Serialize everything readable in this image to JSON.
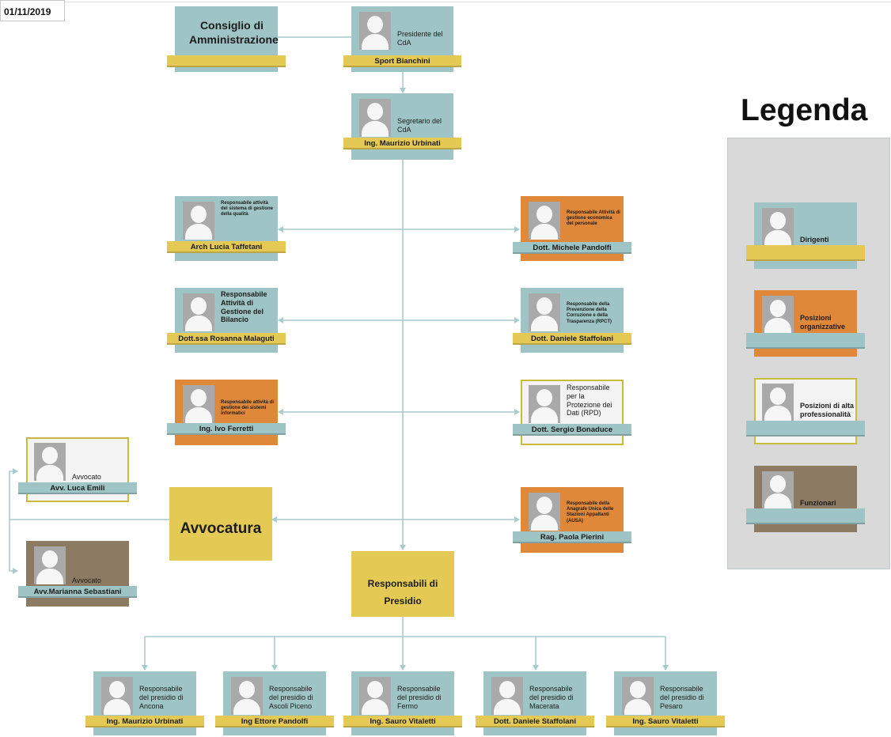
{
  "date": "01/11/2019",
  "colors": {
    "dirigenti": "#9fc4c5",
    "posizioni_organizzative": "#e0883a",
    "alta_professionalita": "#f3f3f3",
    "funzionari": "#8d7a62",
    "ribbon_yellow": "#e4ca54",
    "ribbon_teal": "#9fc4c5",
    "connector": "#a8cccc"
  },
  "board": {
    "consiglio": "Consiglio di Amministrazione",
    "presidente_role": "Presidente del CdA",
    "presidente_name": "Sport Bianchini",
    "segretario_role": "Segretario del CdA",
    "segretario_name": "Ing. Maurizio Urbinati"
  },
  "left": [
    {
      "role": "Responsabile attività del sistema di gestione della qualità",
      "name": "Arch Lucia Taffetani"
    },
    {
      "role": "Responsabile Attività di Gestione del Bilancio",
      "name": "Dott.ssa Rosanna Malaguti"
    },
    {
      "role": "Responsabile attività di gestione dei sistemi informatici",
      "name": "Ing. Ivo Ferretti"
    }
  ],
  "right": [
    {
      "role": "Responsabile Attività di gestione economica del personale",
      "name": "Dott. Michele Pandolfi"
    },
    {
      "role": "Responsabile della Prevenzione della Corruzione e della Trasparenza (RPCT)",
      "name": "Dott. Daniele Staffolani"
    },
    {
      "role": "Responsabile per la Protezione dei Dati (RPD)",
      "name": "Dott. Sergio Bonaduce"
    },
    {
      "role": "Responsabile della Anagrafe Unica delle Stazioni Appaltanti (AUSA)",
      "name": "Rag. Paola Pierini"
    }
  ],
  "avvocatura": {
    "label": "Avvocatura",
    "avvocato1_role": "Avvocato",
    "avvocato1_name": "Avv. Luca Emili",
    "avvocato2_role": "Avvocato",
    "avvocato2_name": "Avv.Marianna Sebastiani"
  },
  "presidio": {
    "label": "Responsabili di Presidio",
    "items": [
      {
        "role": "Responsabile del presidio di Ancona",
        "name": "Ing. Maurizio Urbinati"
      },
      {
        "role": "Responsabile del presidio di Ascoli Piceno",
        "name": "Ing Ettore Pandolfi"
      },
      {
        "role": "Responsabile del presidio di Fermo",
        "name": "Ing. Sauro Vitaletti"
      },
      {
        "role": "Responsabile del presidio di Macerata",
        "name": "Dott. Daniele Staffolani"
      },
      {
        "role": "Responsabile del presidio di Pesaro",
        "name": "Ing. Sauro Vitaletti"
      }
    ]
  },
  "legend": {
    "title": "Legenda",
    "items": [
      {
        "label": "Dirigenti"
      },
      {
        "label": "Posizioni organizzative"
      },
      {
        "label": "Posizioni di alta professionalità"
      },
      {
        "label": "Funzionari"
      }
    ]
  }
}
